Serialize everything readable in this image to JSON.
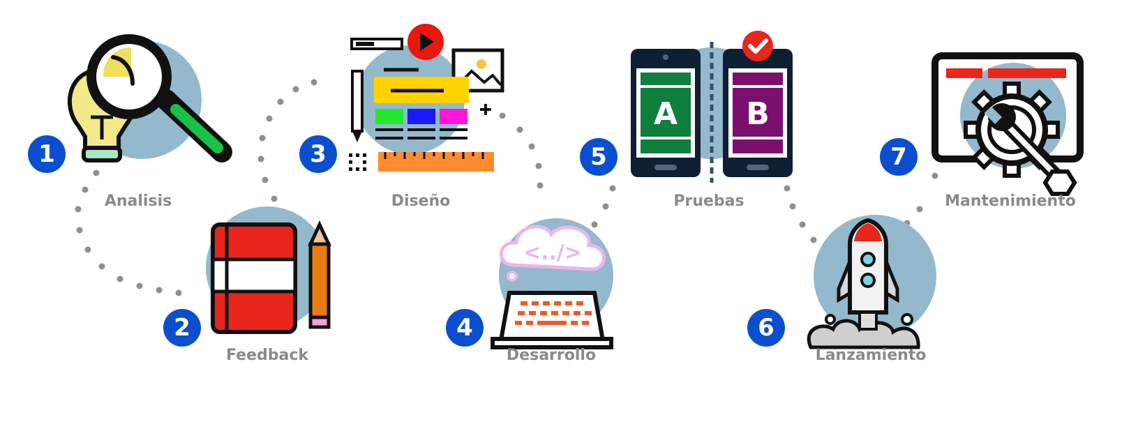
{
  "steps": [
    {
      "number": "1",
      "label": "Analisis",
      "icon": "magnifier-lightbulb-icon"
    },
    {
      "number": "2",
      "label": "Feedback",
      "icon": "notebook-pencil-icon"
    },
    {
      "number": "3",
      "label": "Diseño",
      "icon": "design-tools-icon"
    },
    {
      "number": "4",
      "label": "Desarrollo",
      "icon": "laptop-code-cloud-icon"
    },
    {
      "number": "5",
      "label": "Pruebas",
      "icon": "ab-test-phones-icon"
    },
    {
      "number": "6",
      "label": "Lanzamiento",
      "icon": "rocket-launch-icon"
    },
    {
      "number": "7",
      "label": "Mantenimiento",
      "icon": "gear-wrench-window-icon"
    }
  ],
  "ab_test": {
    "variant_a": "A",
    "variant_b": "B"
  },
  "colors": {
    "badge": "#0b4fcf",
    "label": "#8a8a8a",
    "circle": "#94b8cc",
    "dots": "#8f8f8f",
    "accent_red": "#e8261c",
    "variant_a": "#0e7f3c",
    "variant_b": "#7b0f6f"
  }
}
